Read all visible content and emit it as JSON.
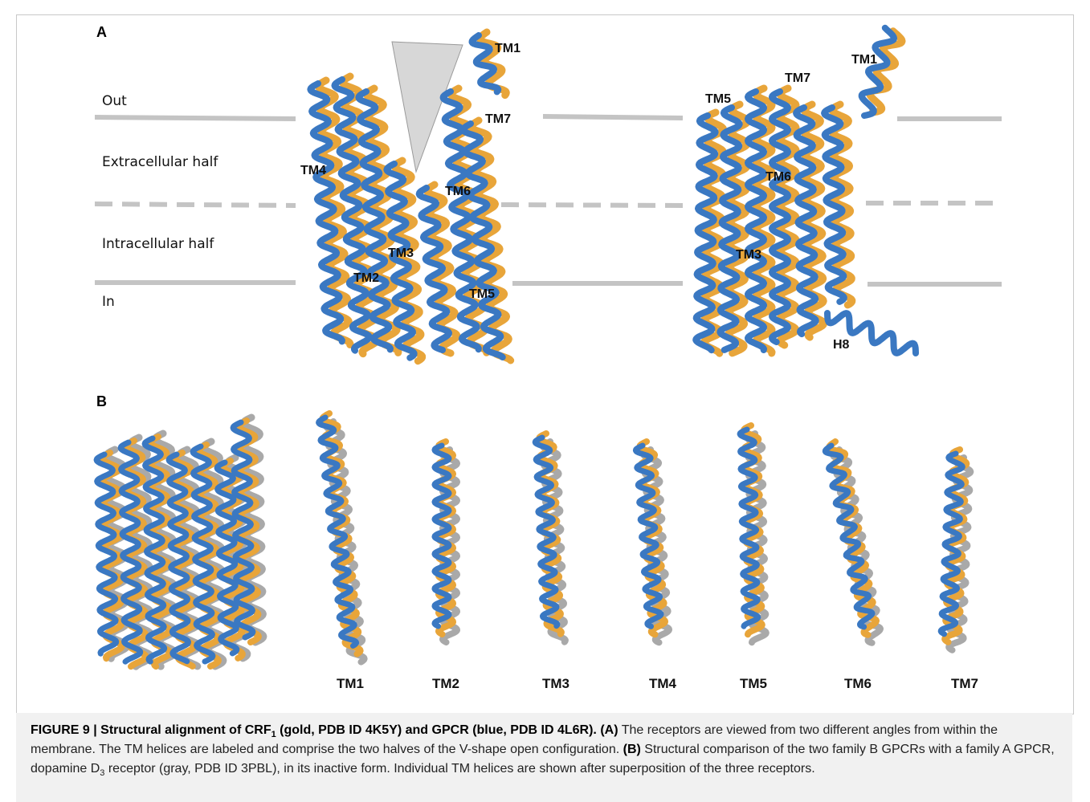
{
  "panel_a": {
    "letter": "A",
    "regions": {
      "out": "Out",
      "extracellular": "Extracellular half",
      "intracellular": "Intracellular half",
      "in": "In"
    },
    "left_view_labels": {
      "tm1": "TM1",
      "tm7": "TM7",
      "tm4": "TM4",
      "tm6": "TM6",
      "tm3": "TM3",
      "tm2": "TM2",
      "tm5": "TM5"
    },
    "right_view_labels": {
      "tm1": "TM1",
      "tm7": "TM7",
      "tm5": "TM5",
      "tm6": "TM6",
      "tm3": "TM3",
      "h8": "H8"
    }
  },
  "panel_b": {
    "letter": "B",
    "helix_labels": [
      "TM1",
      "TM2",
      "TM3",
      "TM4",
      "TM5",
      "TM6",
      "TM7"
    ]
  },
  "colors": {
    "gold": "#e8a53a",
    "blue": "#3a78c2",
    "gray": "#a9a9a9",
    "membrane_line": "#c4c4c4",
    "caption_bg": "#f1f1f1"
  },
  "caption": {
    "figure_label": "FIGURE 9 | Structural alignment of CRF",
    "figure_label_sub": "1",
    "figure_label_rest": " (gold, PDB ID 4K5Y) and GPCR (blue, PDB ID 4L6R).",
    "part_a_tag": "(A)",
    "part_a_text": " The receptors are viewed from two different angles from within the membrane. The TM helices are labeled and comprise the two halves of the V-shape open configuration. ",
    "part_b_tag": "(B)",
    "part_b_text_1": " Structural comparison of the two family B GPCRs with a family A GPCR, dopamine D",
    "part_b_sub": "3",
    "part_b_text_2": " receptor (gray, PDB ID 3PBL), in its inactive form. Individual TM helices are shown after superposition of the three receptors."
  }
}
